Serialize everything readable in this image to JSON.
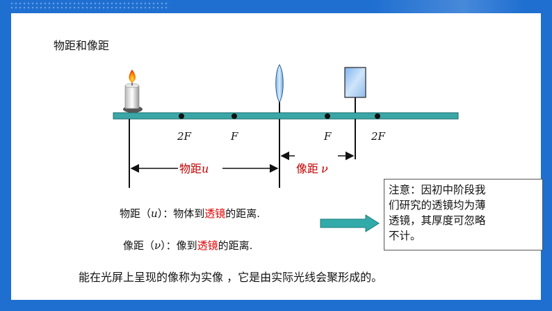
{
  "title": "物距和像距",
  "diagram": {
    "marks": {
      "left_2f": "2F",
      "left_f": "F",
      "right_f": "F",
      "right_2f": "2F"
    },
    "object_distance": {
      "label_cn": "物距",
      "symbol": "u"
    },
    "image_distance": {
      "label_cn": "像距",
      "symbol": "ν"
    }
  },
  "definitions": {
    "object_distance": {
      "term": "物距（",
      "symbol": "u",
      "mid": "）：物体到",
      "highlight": "透镜",
      "end": "的距离."
    },
    "image_distance": {
      "term": "像距（",
      "symbol": "ν",
      "mid": "）：像到",
      "highlight": "透镜",
      "end": "的距离."
    }
  },
  "note": {
    "lines": [
      "注意：因初中阶段我",
      "们研究的透镜均为薄",
      "透镜，其厚度可忽略",
      "不计。"
    ]
  },
  "bottom_text": "能在光屏上呈现的像称为实像 ，它是由实际光线会聚形成的。",
  "colors": {
    "band": "#1f6fd1",
    "bench": "#3aa6a6",
    "highlight": "#e00000",
    "distance_label": "#c00000"
  }
}
